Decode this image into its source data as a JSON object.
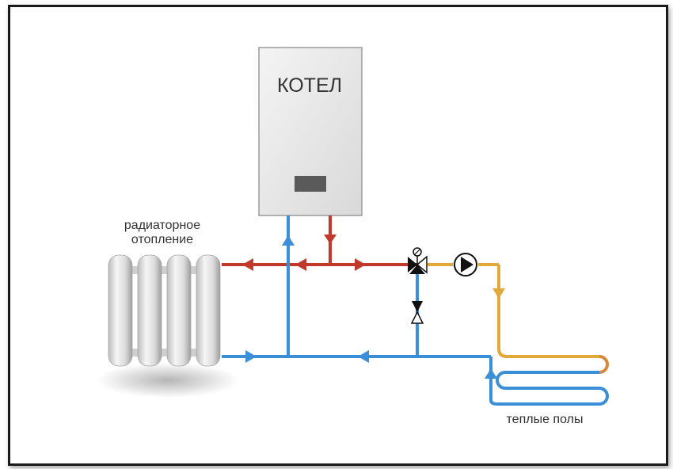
{
  "boiler": {
    "label": "КОТЕЛ"
  },
  "radiator": {
    "label_line1": "радиаторное",
    "label_line2": "отопление"
  },
  "floor": {
    "label": "теплые полы"
  },
  "colors": {
    "supply": "#c0392b",
    "return": "#3a8fd8",
    "floor_supply": "#e0a93a",
    "floor_coil_supply": "#d9893e",
    "valve": "#111111"
  },
  "icons": [
    "three-way-valve-icon",
    "pump-icon",
    "check-valve-icon",
    "flow-arrow-icon"
  ]
}
